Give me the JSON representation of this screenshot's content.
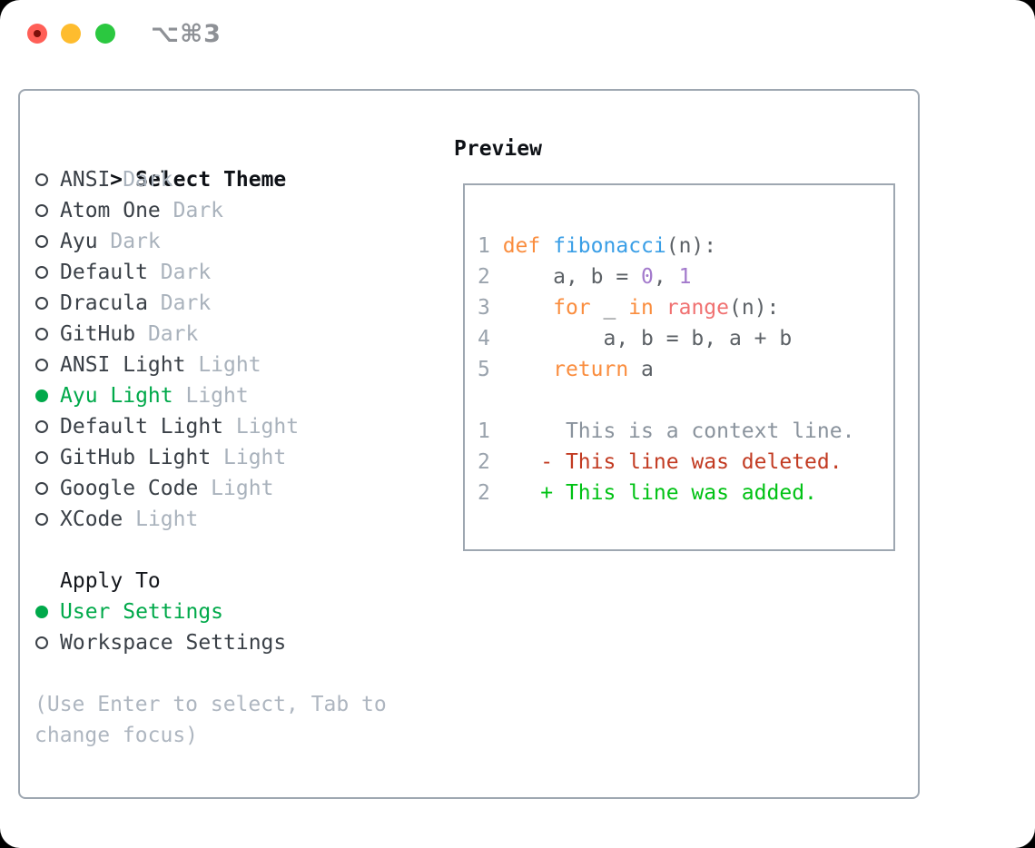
{
  "window": {
    "title": "⌥⌘3",
    "traffic_lights": [
      {
        "name": "close",
        "color": "#FF5F57"
      },
      {
        "name": "minimize",
        "color": "#FEBC2E"
      },
      {
        "name": "zoom",
        "color": "#2BC840"
      }
    ]
  },
  "theme_panel": {
    "cursor": ">",
    "header": "Select Theme",
    "items": [
      {
        "name": "ANSI",
        "tag": "Dark",
        "selected": false
      },
      {
        "name": "Atom One",
        "tag": "Dark",
        "selected": false
      },
      {
        "name": "Ayu",
        "tag": "Dark",
        "selected": false
      },
      {
        "name": "Default",
        "tag": "Dark",
        "selected": false
      },
      {
        "name": "Dracula",
        "tag": "Dark",
        "selected": false
      },
      {
        "name": "GitHub",
        "tag": "Dark",
        "selected": false
      },
      {
        "name": "ANSI Light",
        "tag": "Light",
        "selected": false
      },
      {
        "name": "Ayu Light",
        "tag": "Light",
        "selected": true
      },
      {
        "name": "Default Light",
        "tag": "Light",
        "selected": false
      },
      {
        "name": "GitHub Light",
        "tag": "Light",
        "selected": false
      },
      {
        "name": "Google Code",
        "tag": "Light",
        "selected": false
      },
      {
        "name": "XCode",
        "tag": "Light",
        "selected": false
      }
    ]
  },
  "apply_to": {
    "header": "Apply To",
    "options": [
      {
        "name": "User Settings",
        "selected": true
      },
      {
        "name": "Workspace Settings",
        "selected": false
      }
    ]
  },
  "hint": {
    "line1": "(Use Enter to select, Tab to",
    "line2": "change focus)"
  },
  "preview": {
    "header": "Preview",
    "code_lines": [
      [
        {
          "t": "1 ",
          "c": "num"
        },
        {
          "t": "def",
          "c": "kw"
        },
        {
          "t": " ",
          "c": "fg"
        },
        {
          "t": "fibonacci",
          "c": "fn"
        },
        {
          "t": "(n):",
          "c": "fg"
        }
      ],
      [
        {
          "t": "2 ",
          "c": "num"
        },
        {
          "t": "    a, b = ",
          "c": "fg"
        },
        {
          "t": "0",
          "c": "lit"
        },
        {
          "t": ", ",
          "c": "fg"
        },
        {
          "t": "1",
          "c": "lit"
        }
      ],
      [
        {
          "t": "3 ",
          "c": "num"
        },
        {
          "t": "    ",
          "c": "fg"
        },
        {
          "t": "for",
          "c": "kw"
        },
        {
          "t": " _ ",
          "c": "fg"
        },
        {
          "t": "in",
          "c": "kw"
        },
        {
          "t": " ",
          "c": "fg"
        },
        {
          "t": "range",
          "c": "call"
        },
        {
          "t": "(n):",
          "c": "fg"
        }
      ],
      [
        {
          "t": "4 ",
          "c": "num"
        },
        {
          "t": "        a, b = b, a + b",
          "c": "fg"
        }
      ],
      [
        {
          "t": "5 ",
          "c": "num"
        },
        {
          "t": "    ",
          "c": "fg"
        },
        {
          "t": "return",
          "c": "kw"
        },
        {
          "t": " a",
          "c": "fg"
        }
      ]
    ],
    "diff_lines": [
      [
        {
          "t": "1 ",
          "c": "num"
        },
        {
          "t": "     This is a context line.",
          "c": "ctx"
        }
      ],
      [
        {
          "t": "2 ",
          "c": "num"
        },
        {
          "t": "   - This line was deleted.",
          "c": "del"
        }
      ],
      [
        {
          "t": "2 ",
          "c": "num"
        },
        {
          "t": "   + This line was added.",
          "c": "add"
        }
      ]
    ]
  },
  "colors": {
    "accent_green": "#00A94A",
    "diff_deleted_red": "#C23B22",
    "diff_added_green": "#00C214",
    "panel_border": "#9EA7B1",
    "muted_tag_gray": "#A9B2BC",
    "hint_gray": "#AEB6C0",
    "syntax": {
      "keyword_orange": "#FA8D3E",
      "function_blue": "#399EE6",
      "builtin_coral": "#F07171",
      "number_purple": "#A37ACC",
      "foreground": "#5C6166",
      "line_number": "#9AA3AD",
      "context_gray": "#8A939D"
    }
  }
}
